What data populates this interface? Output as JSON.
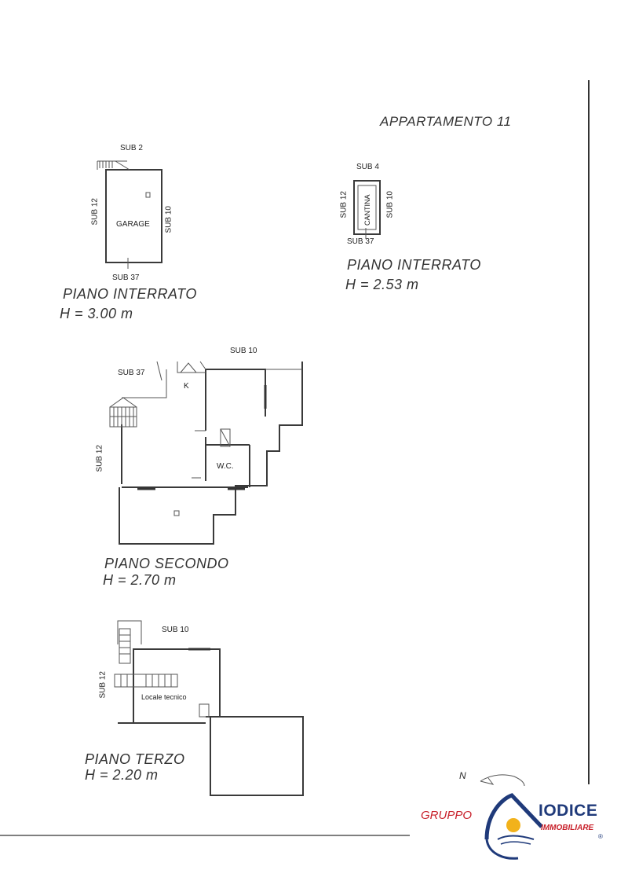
{
  "title": "APPARTAMENTO 11",
  "plan_garage": {
    "sub_top": "SUB 2",
    "sub_left": "SUB 12",
    "sub_right": "SUB 10",
    "sub_bottom": "SUB 37",
    "room": "GARAGE",
    "level": "PIANO INTERRATO",
    "height": "H = 3.00 m"
  },
  "plan_cantina": {
    "sub_top": "SUB 4",
    "sub_left": "SUB 12",
    "sub_right": "SUB 10",
    "sub_bottom": "SUB 37",
    "room": "CANTINA",
    "level": "PIANO INTERRATO",
    "height": "H = 2.53 m"
  },
  "plan_secondo": {
    "sub_top": "SUB 10",
    "sub_37": "SUB 37",
    "sub_left": "SUB 12",
    "room_k": "K",
    "room_wc": "W.C.",
    "level": "PIANO SECONDO",
    "height": "H = 2.70 m"
  },
  "plan_terzo": {
    "sub_top": "SUB 10",
    "sub_left": "SUB 12",
    "room": "Locale tecnico",
    "level": "PIANO TERZO",
    "height": "H = 2.20 m"
  },
  "north": "N",
  "logo": {
    "gruppo": "GRUPPO",
    "iodice": "IODICE",
    "immobiliare": "IMMOBILIARE",
    "registered": "®"
  },
  "colors": {
    "logo_red": "#c8202a",
    "logo_blue": "#1f3a7a",
    "logo_yellow": "#f2b21b"
  }
}
